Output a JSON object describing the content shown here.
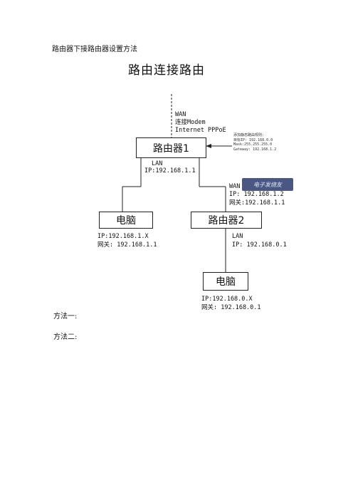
{
  "doc_title": "路由器下接路由器设置方法",
  "diagram_title": "路由连接路由",
  "top_link": {
    "lines": [
      "WAN",
      "连接Modem",
      "Internet PPPoE"
    ]
  },
  "router1": {
    "label": "路由器1",
    "lan_label": "LAN",
    "lan_ip": "IP:192.168.1.1"
  },
  "annotation": {
    "lines": [
      "添加静态路由规则:",
      "目标IP: 192.168.0.0",
      "Mask:255.255.255.0",
      "Gateway: 192.168.1.2"
    ]
  },
  "watermark": "电子发烧友",
  "router2": {
    "label": "路由器2",
    "wan_label": "WAN",
    "wan_ip": "IP: 192.168.1.2",
    "wan_gateway": "网关:192.168.1.1",
    "lan_label": "LAN",
    "lan_ip": "IP: 192.168.0.1"
  },
  "pc1": {
    "label": "电脑",
    "ip": "IP:192.168.1.X",
    "gateway": "网关: 192.168.1.1"
  },
  "pc2": {
    "label": "电脑",
    "ip": "IP:192.168.0.X",
    "gateway": "网关: 192.168.0.1"
  },
  "methods": [
    "方法一:",
    "方法二:"
  ]
}
